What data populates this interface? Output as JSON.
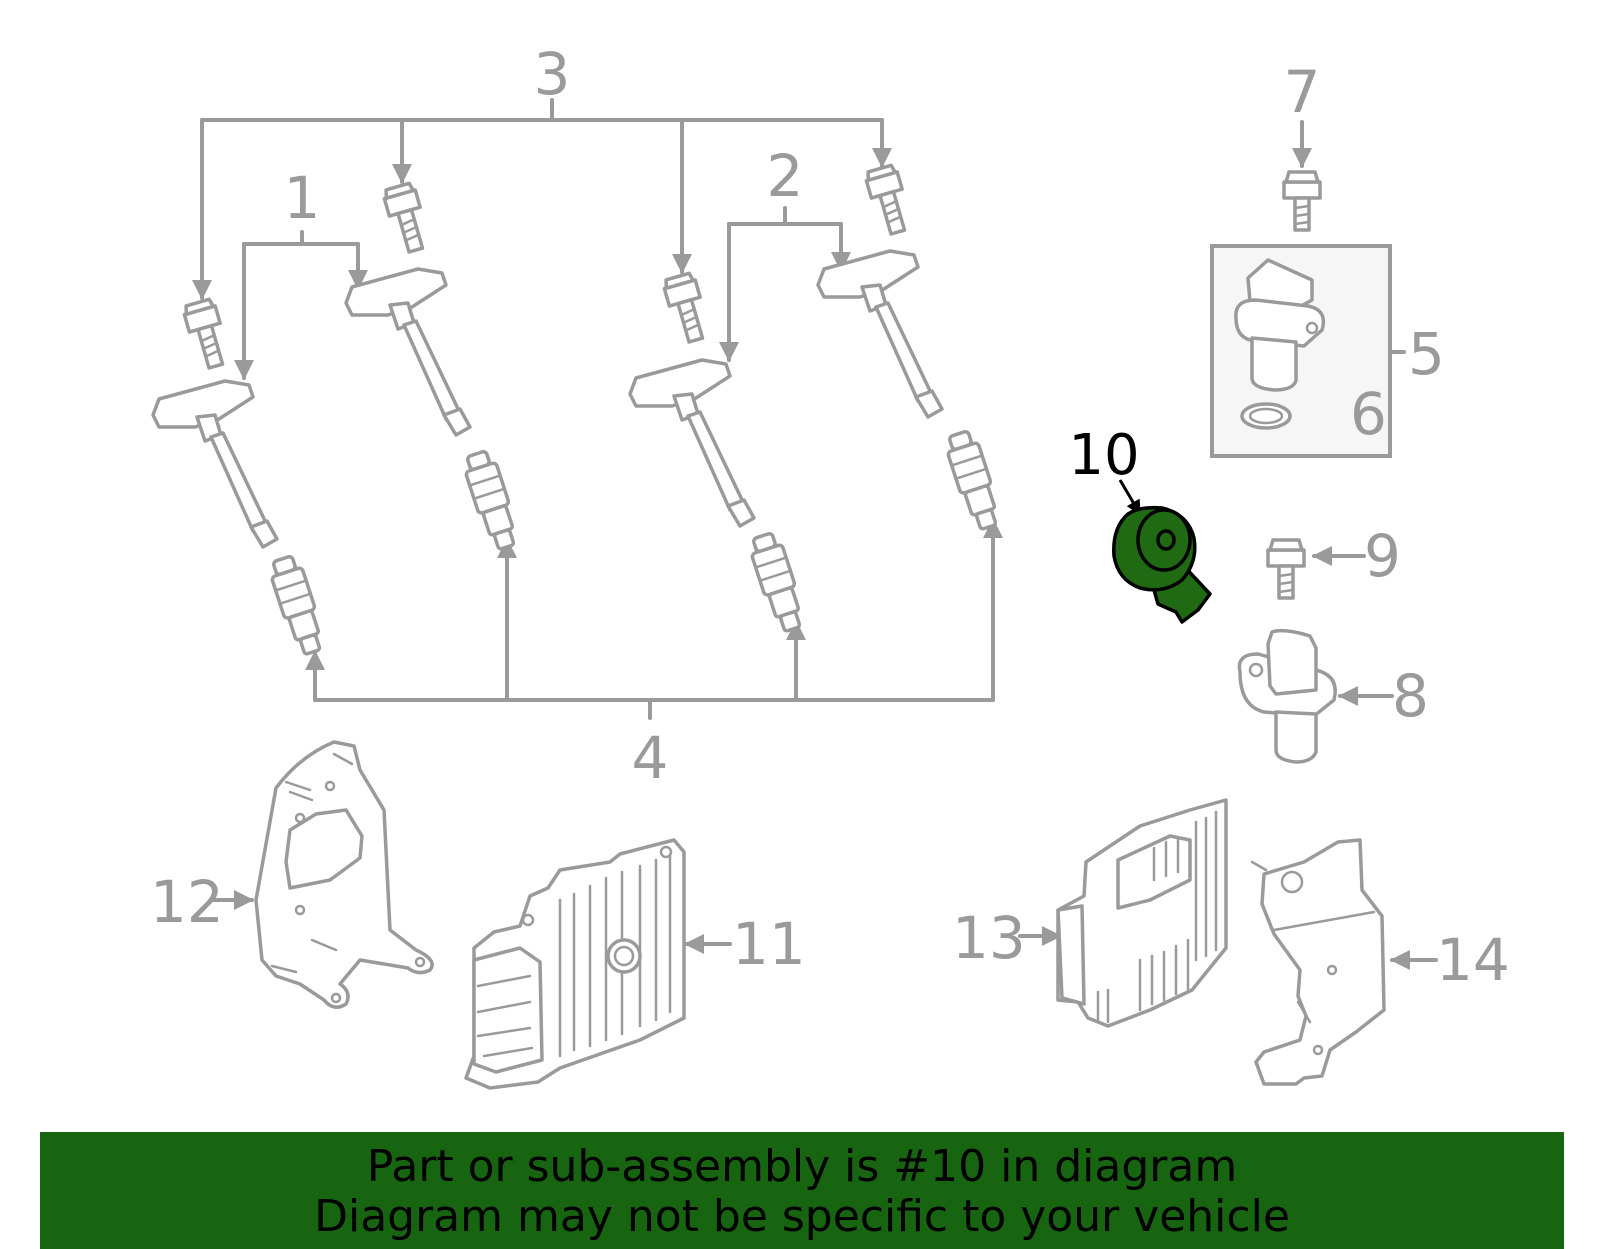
{
  "callouts": {
    "c1": "1",
    "c2": "2",
    "c3": "3",
    "c4": "4",
    "c5": "5",
    "c6": "6",
    "c7": "7",
    "c8": "8",
    "c9": "9",
    "c10": "10",
    "c11": "11",
    "c12": "12",
    "c13": "13",
    "c14": "14"
  },
  "highlighted_part": "10",
  "colors": {
    "line": "#9a9a9a",
    "highlight": "#1f6a13",
    "banner": "#176510"
  },
  "banner": {
    "line1": "Part or sub-assembly is #10 in diagram",
    "line2": "Diagram may not be specific to your vehicle"
  }
}
